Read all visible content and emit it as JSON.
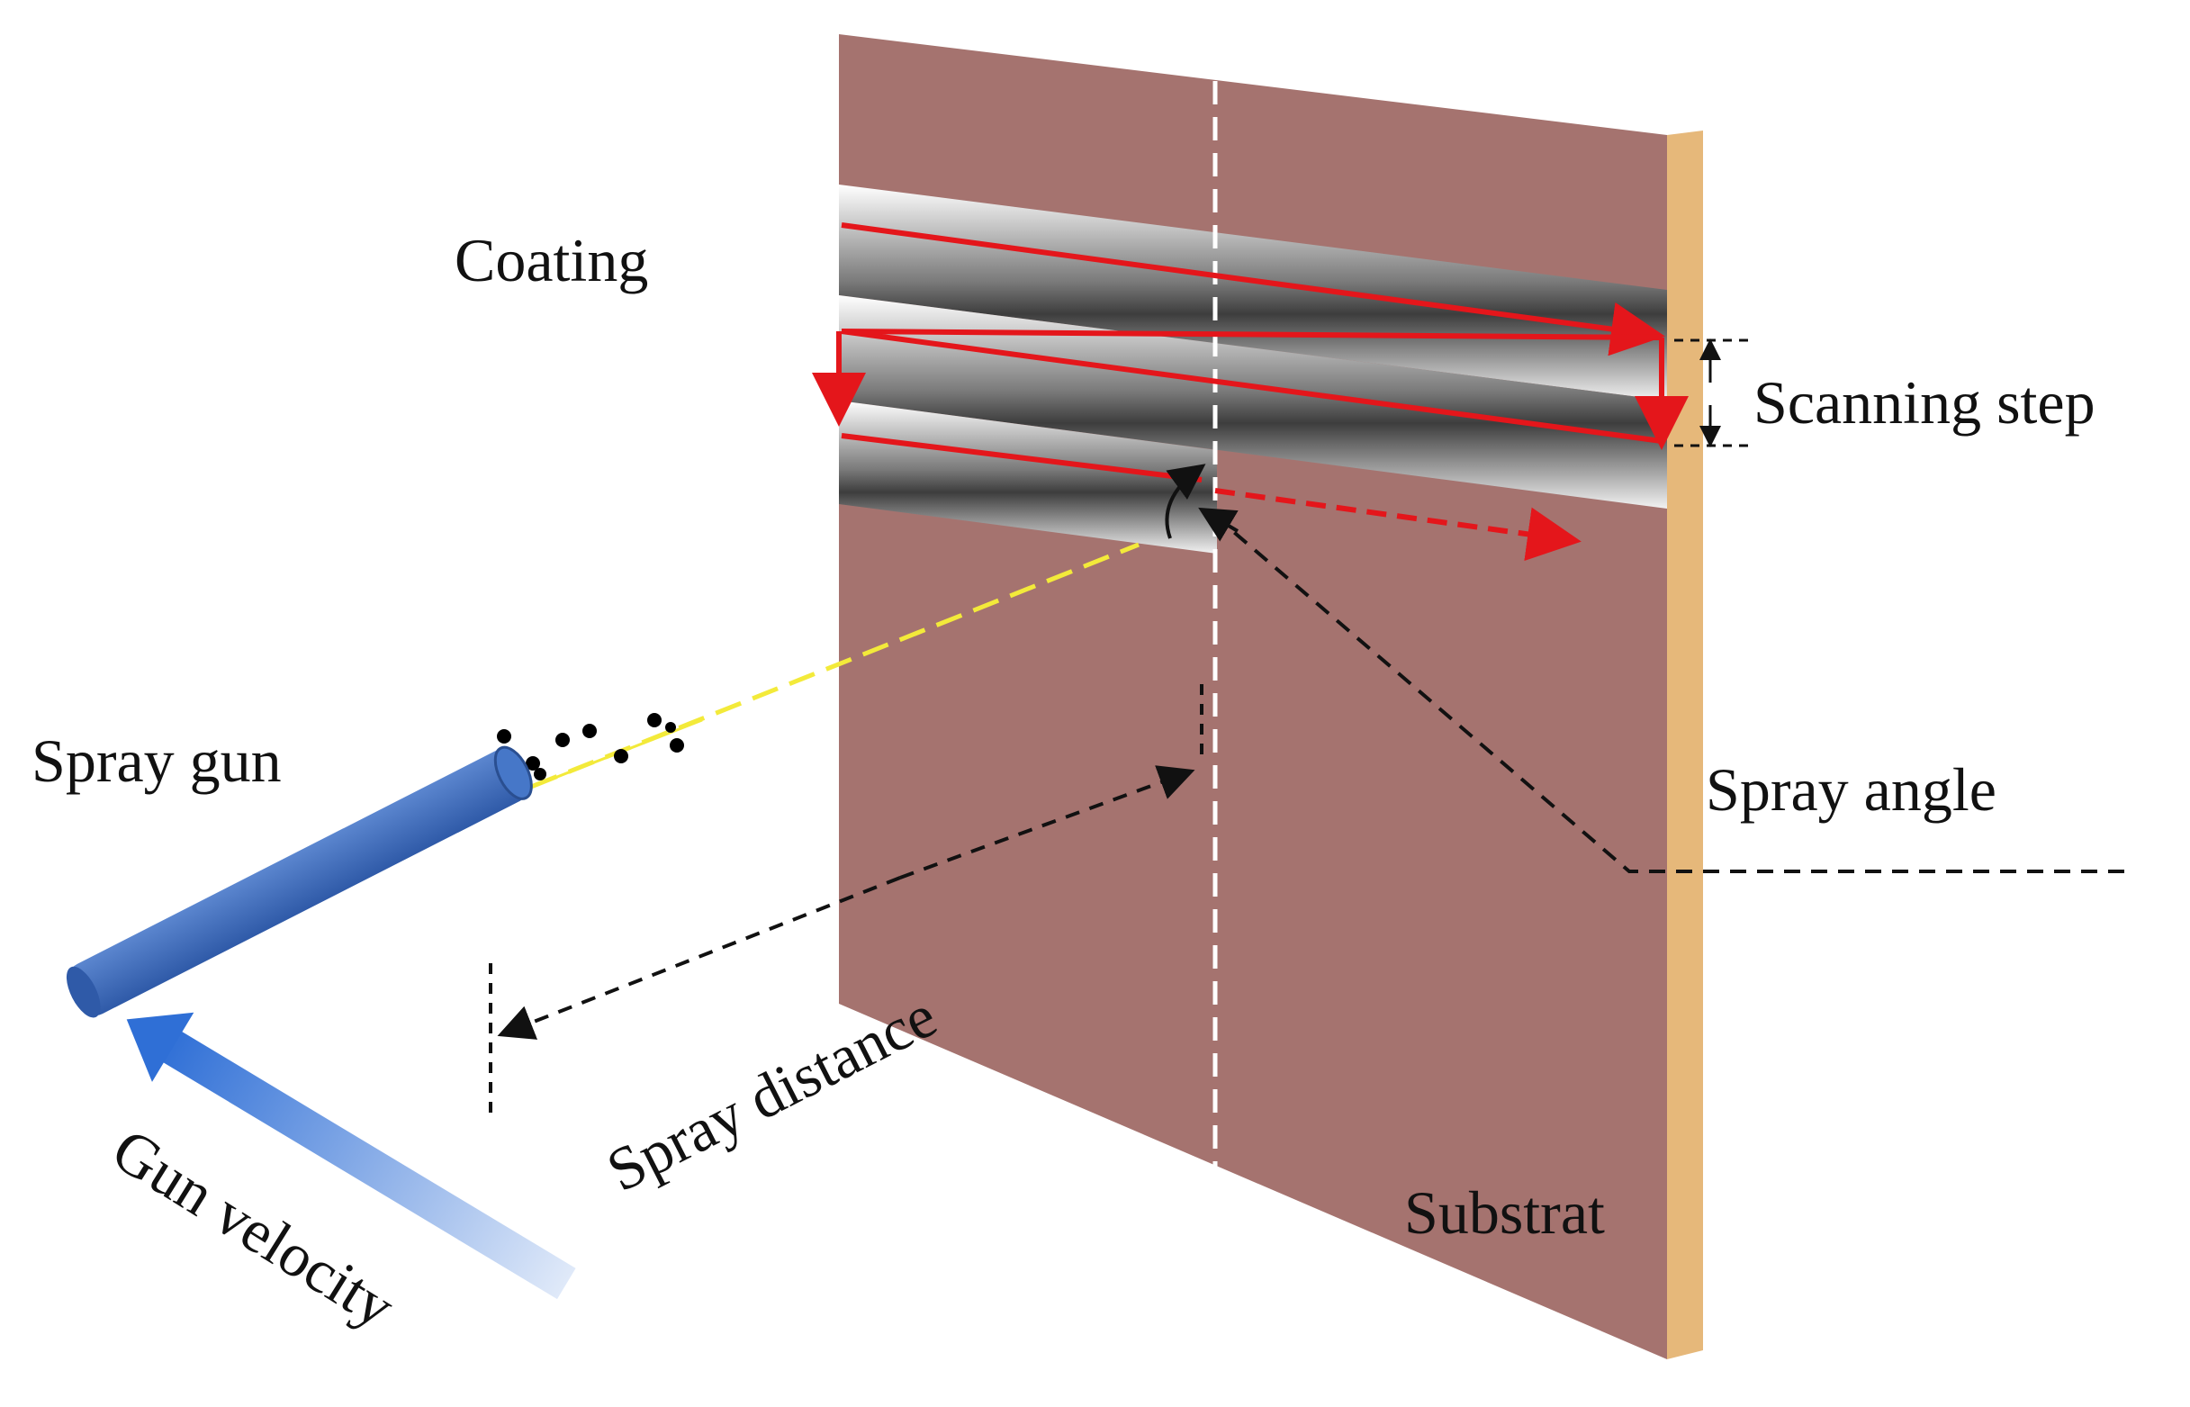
{
  "labels": {
    "coating": "Coating",
    "scanning_step": "Scanning step",
    "spray_gun": "Spray gun",
    "spray_angle": "Spray angle",
    "spray_distance": "Spray distance",
    "gun_velocity": "Gun velocity",
    "substrate": "Substrat"
  },
  "colors": {
    "substrate_face": "#a5736f",
    "substrate_edge": "#e6b87a",
    "coating_light": "#ffffff",
    "coating_dark": "#4a4a4a",
    "scan_path": "#e4161b",
    "spray_jet": "#f3ea3a",
    "gun_body": "#3f6fbf",
    "gun_velocity_arrow": "#3d78d4",
    "guide_dashes": "#111111"
  }
}
